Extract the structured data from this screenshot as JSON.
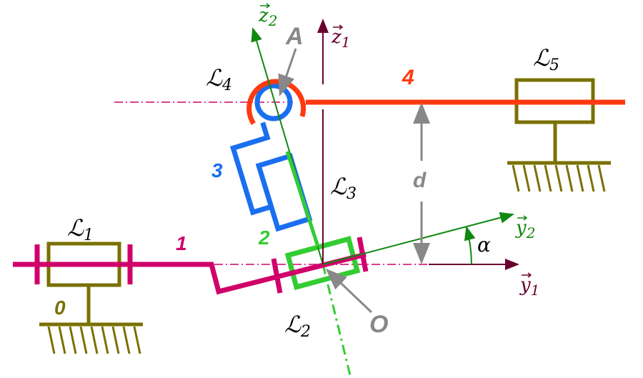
{
  "labels": {
    "L1": "ℒ",
    "L1_sub": "1",
    "L2": "ℒ",
    "L2_sub": "2",
    "L3": "ℒ",
    "L3_sub": "3",
    "L4": "ℒ",
    "L4_sub": "4",
    "L5": "ℒ",
    "L5_sub": "5",
    "part0": "0",
    "part1": "1",
    "part2": "2",
    "part3": "3",
    "part4": "4",
    "pointA": "A",
    "pointO": "O",
    "dist": "d",
    "angle": "α",
    "z1": "z",
    "z1_sub": "1",
    "z2": "z",
    "z2_sub": "2",
    "y1": "y",
    "y1_sub": "1",
    "y2": "y",
    "y2_sub": "2"
  },
  "colors": {
    "part0": "#7a7000",
    "part1": "#d0006a",
    "part2": "#33cc33",
    "part3": "#1a6ef0",
    "part4": "#ff3a10",
    "axis1": "#6a0030",
    "axis2": "#118811",
    "gray": "#888888"
  }
}
